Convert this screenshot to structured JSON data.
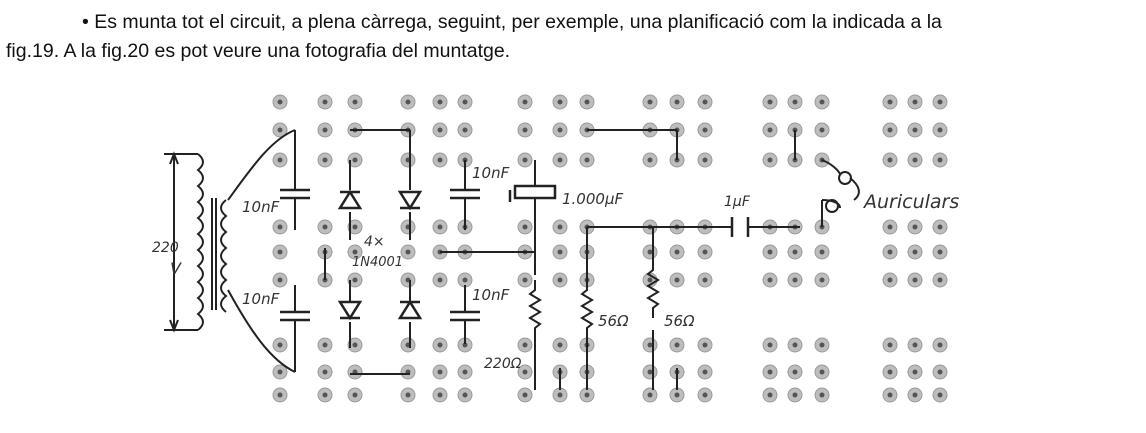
{
  "text": {
    "bullet": "•",
    "line1": "Es munta tot el circuit, a plena càrrega, seguint, per exemple, una planificació com la indicada a la",
    "line2": "fig.19. A la fig.20 es pot veure una fotografia del muntatge."
  },
  "figure": {
    "labels": {
      "cap_top_left": "10nF",
      "cap_top_right": "10nF",
      "cap_bottom_left": "10nF",
      "cap_bottom_right": "10nF",
      "diodes_qty": "4×",
      "diodes_part": "1N4001",
      "electrolytic": "1.000µF",
      "coupling_cap": "1µF",
      "headphones": "Auriculars",
      "voltage_number": "220",
      "voltage_unit": "V",
      "resistor_a": "56Ω",
      "resistor_b": "56Ω",
      "resistor_c": "220Ω"
    }
  }
}
